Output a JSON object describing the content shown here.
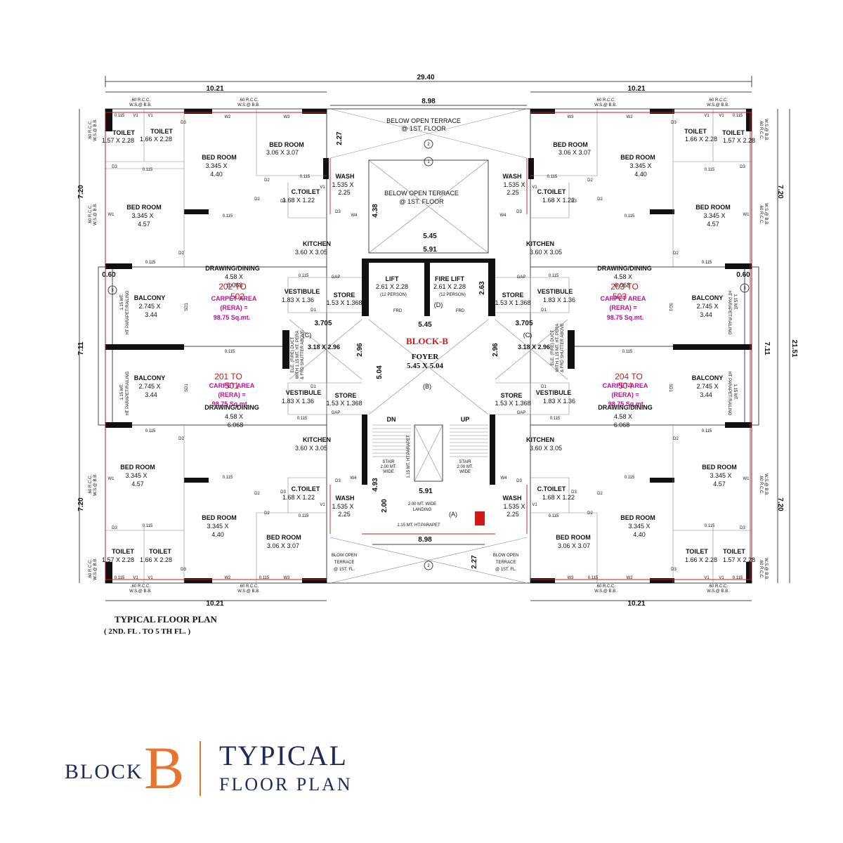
{
  "footer": {
    "block_word": "BLOCK",
    "block_letter": "B",
    "title": "TYPICAL",
    "subtitle": "FLOOR PLAN"
  },
  "plan_caption": {
    "title": "TYPICAL FLOOR PLAN",
    "subtitle": "( 2ND. FL . TO 5 TH FL. )"
  },
  "colors": {
    "navy": "#1f2a5c",
    "orange": "#e8752d",
    "magenta": "#c0109a",
    "red": "#d01818",
    "wall": "#111111"
  },
  "dimensions": {
    "overall_width": "29.40",
    "unit_width": "10.21",
    "core_width": "8.98",
    "overall_depth": "21.51",
    "unit_depth": "7.20",
    "middle_depth": "7.11",
    "slab_projection": "0.60",
    "core_inner": "5.45",
    "core_outer": "5.91",
    "terrace_depth": "2.27",
    "core_depth": "4.38",
    "foyer_depth": "5.04",
    "lobby_depth": "2.96",
    "lift_depth": "2.63",
    "passage": "3.705",
    "stair_flight": "4.93",
    "landing_depth": "2.00"
  },
  "rooms": {
    "toilet": "TOILET",
    "toilet_a_size": "1.57 X 2.28",
    "toilet_b_size": "1.66 X 2.28",
    "bed_room": "BED ROOM",
    "bed_a_size_1": "3.345 X",
    "bed_a_size_2": "4.40",
    "bed_b_size_1": "3.345 X",
    "bed_b_size_2": "4.57",
    "bed_c_size": "3.06 X 3.07",
    "c_toilet": "C.TOILET",
    "c_toilet_size": "1.68 X 1.22",
    "wash": "WASH",
    "wash_size_1": "1.535 X",
    "wash_size_2": "2.25",
    "kitchen": "KITCHEN",
    "kitchen_size": "3.60 X 3.05",
    "drawing_dining": "DRAWING/DINING",
    "drawing_size_1": "4.58 X",
    "drawing_size_2": "6.068",
    "balcony": "BALCONY",
    "balcony_size_1": "2.745 X",
    "balcony_size_2": "3.44",
    "vestibule": "VESTIBULE",
    "vestibule_size": "1.83 X 1.36",
    "store": "STORE",
    "store_size": "1.53 X 1.368",
    "lift": "LIFT",
    "fire_lift": "FIRE LIFT",
    "lift_size": "2.61 X 2.28",
    "lift_capacity": "(12 PERSON)",
    "frd": "FRD",
    "block_name": "BLOCK-B",
    "foyer": "FOYER",
    "foyer_size": "5.45 X 5.04",
    "lobby_size": "3.18 X 2.96",
    "duct_1": "ELE. (FIRE) DUCT",
    "duct_2": "WITH 1.15 MT. HT. PERA",
    "duct_3": "& FRD SHUTTER ABOVE",
    "terrace_top_1": "BELOW OPEN TERRACE",
    "terrace_top_2": "@ 1ST. FLOOR",
    "terrace_bottom_1": "BLOW OPEN",
    "terrace_bottom_2": "TERRACE",
    "terrace_bottom_3": "@ 1ST. FL.",
    "stair_1": "STAIR",
    "stair_2": "2.00 MT.",
    "stair_3": "WIDE",
    "landing_1": "2.00 MT. WIDE",
    "landing_2": "LANDING",
    "parapet": "1.15 MT. HT.PARAPET",
    "parapet_vert": "1.15 MT. HT.PARAPET",
    "dn": "DN",
    "up": "UP",
    "carpet_1": "CARPET AREA",
    "carpet_2": "(RERA) =",
    "carpet_3": "98.75 Sq.mt.",
    "unit_tl": "202 TO",
    "unit_tl_2": "502",
    "unit_bl": "201 TO",
    "unit_bl_2": "501",
    "unit_tr": "203 TO",
    "unit_tr_2": "503",
    "unit_br": "204 TO",
    "unit_br_2": "504",
    "balcony_rail": "HT PARAPET/RAILING",
    "balcony_rail_ht": "1.15 MT.",
    "rcc": ".60 R.C.C.",
    "ws": "W.S.@ B.B.",
    "gap": "GAP",
    "wall_thk": "0.115",
    "w1": "W1",
    "w2": "W2",
    "w3": "W3",
    "w4": "W4",
    "v1": "V1",
    "d1": "D1",
    "d2": "D2",
    "d3": "D3",
    "sd1": "SD1",
    "zone_1": "1",
    "zone_2": "2",
    "zone_3": "3",
    "zone_a": "(A)",
    "zone_b": "(B)",
    "zone_c": "(C)",
    "zone_d": "(D)"
  }
}
